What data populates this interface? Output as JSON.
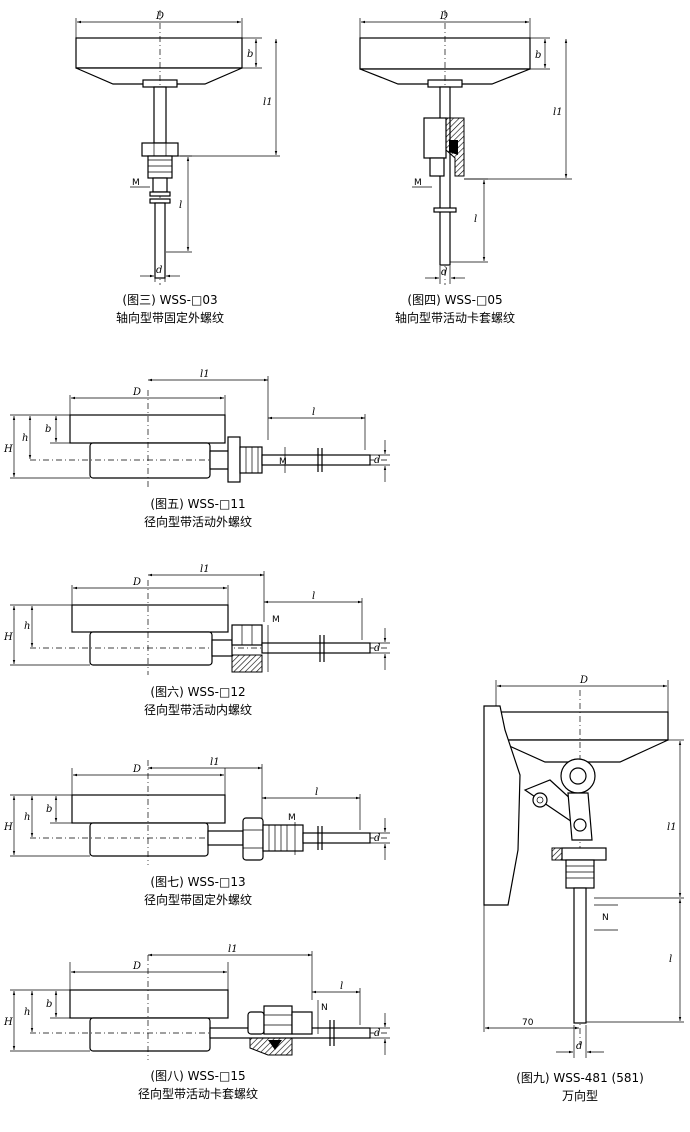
{
  "figures": [
    {
      "caption_code": "(图三) WSS-□03",
      "caption_desc": "轴向型带固定外螺纹",
      "dims": {
        "D": "D",
        "b": "b",
        "l1": "l1",
        "M": "M",
        "l": "l",
        "d": "d"
      }
    },
    {
      "caption_code": "(图四) WSS-□05",
      "caption_desc": "轴向型带活动卡套螺纹",
      "dims": {
        "D": "D",
        "b": "b",
        "l1": "l1",
        "M": "M",
        "l": "l",
        "d": "d"
      }
    },
    {
      "caption_code": "(图五) WSS-□11",
      "caption_desc": "径向型带活动外螺纹",
      "dims": {
        "D": "D",
        "l1": "l1",
        "l": "l",
        "b": "b",
        "h": "h",
        "H": "H",
        "M": "M",
        "d": "d"
      }
    },
    {
      "caption_code": "(图六) WSS-□12",
      "caption_desc": "径向型带活动内螺纹",
      "dims": {
        "D": "D",
        "l1": "l1",
        "l": "l",
        "h": "h",
        "H": "H",
        "M": "M",
        "d": "d"
      }
    },
    {
      "caption_code": "(图七) WSS-□13",
      "caption_desc": "径向型带固定外螺纹",
      "dims": {
        "D": "D",
        "l1": "l1",
        "l": "l",
        "b": "b",
        "h": "h",
        "H": "H",
        "M": "M",
        "d": "d"
      }
    },
    {
      "caption_code": "(图八) WSS-□15",
      "caption_desc": "径向型带活动卡套螺纹",
      "dims": {
        "D": "D",
        "l1": "l1",
        "l": "l",
        "b": "b",
        "h": "h",
        "H": "H",
        "N": "N",
        "d": "d"
      }
    },
    {
      "caption_code": "(图九) WSS-481 (581)",
      "caption_desc": "万向型",
      "dims": {
        "D": "D",
        "l1": "l1",
        "N": "N",
        "l": "l",
        "offset": "70",
        "d": "d"
      }
    }
  ]
}
